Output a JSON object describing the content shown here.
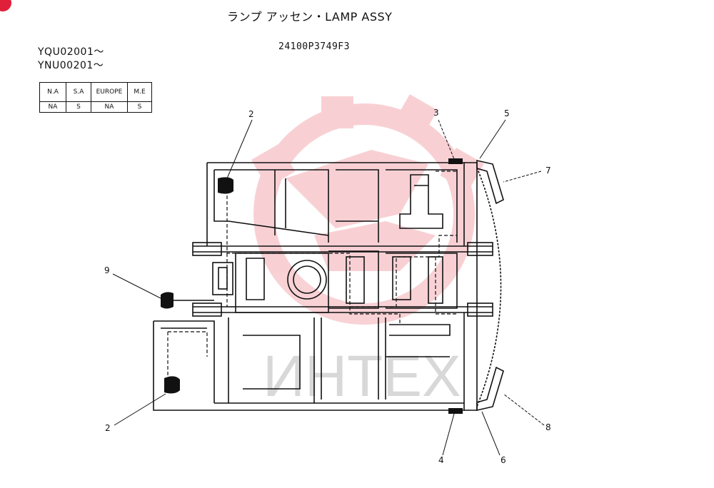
{
  "header": {
    "title": "ランプ アッセン・LAMP ASSY",
    "part_number": "24100P3749F3",
    "serials": [
      "YQU02001～",
      "YNU00201～"
    ]
  },
  "region_table": {
    "headers": [
      "N.A",
      "S.A",
      "EUROPE",
      "M.E"
    ],
    "values": [
      "NA",
      "S",
      "NA",
      "S"
    ]
  },
  "callouts": [
    "2",
    "3",
    "5",
    "7",
    "9",
    "2",
    "4",
    "6",
    "8"
  ],
  "watermark": {
    "text": "ИНТЕХ",
    "color": "#e03040"
  }
}
